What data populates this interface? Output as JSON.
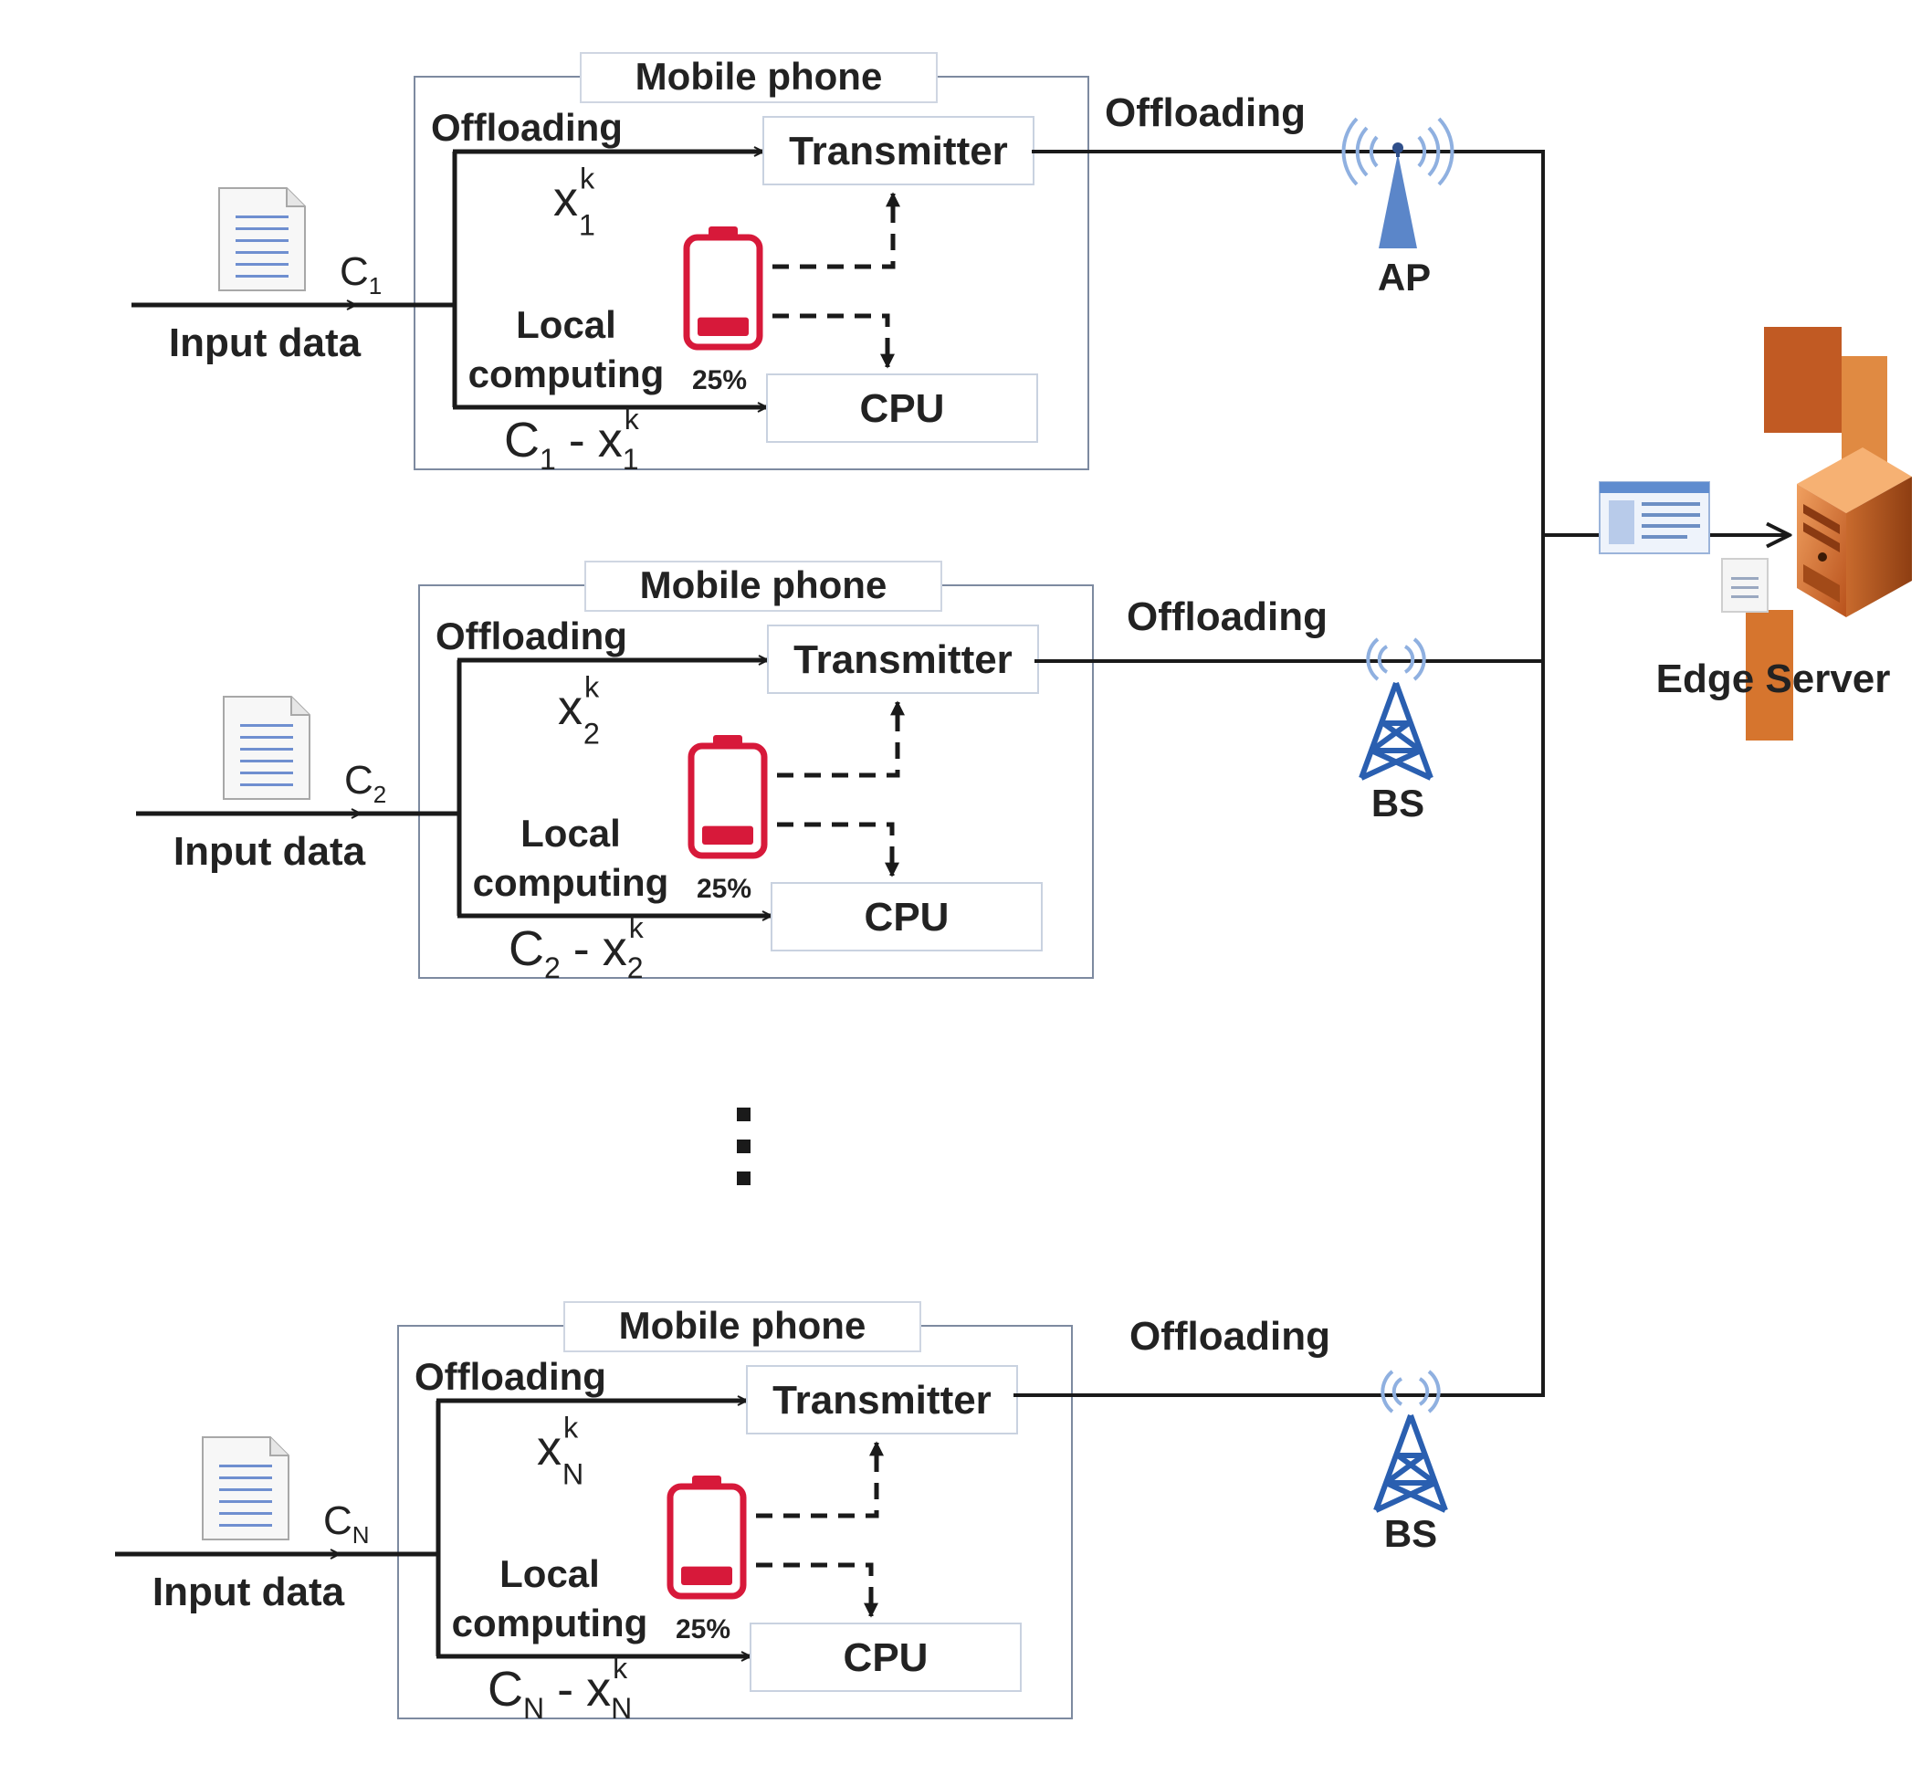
{
  "phone_label": "Mobile phone",
  "offloading": "Offloading",
  "transmitter": "Transmitter",
  "cpu": "CPU",
  "local_line1": "Local",
  "local_line2": "computing",
  "battery_pct": "25%",
  "battery_level": 0.25,
  "input_data": "Input data",
  "minus": "-",
  "x_var": "x",
  "c_var": "C",
  "sup_k": "k",
  "ellipsis": "⋮",
  "devices": [
    {
      "sub": "1"
    },
    {
      "sub": "2"
    },
    {
      "sub": "N"
    }
  ],
  "access_points": [
    {
      "label": "AP",
      "icon": "access-point-icon"
    },
    {
      "label": "BS",
      "icon": "base-station-icon"
    },
    {
      "label": "BS",
      "icon": "base-station-icon"
    }
  ],
  "edge_server": {
    "label": "Edge Server",
    "icon": "server-icon"
  },
  "colors": {
    "line": "#1a1a1a",
    "battery": "#d7193a",
    "ap": "#5b86c9",
    "bs": "#2a5fb0",
    "server": "#d6682a"
  }
}
